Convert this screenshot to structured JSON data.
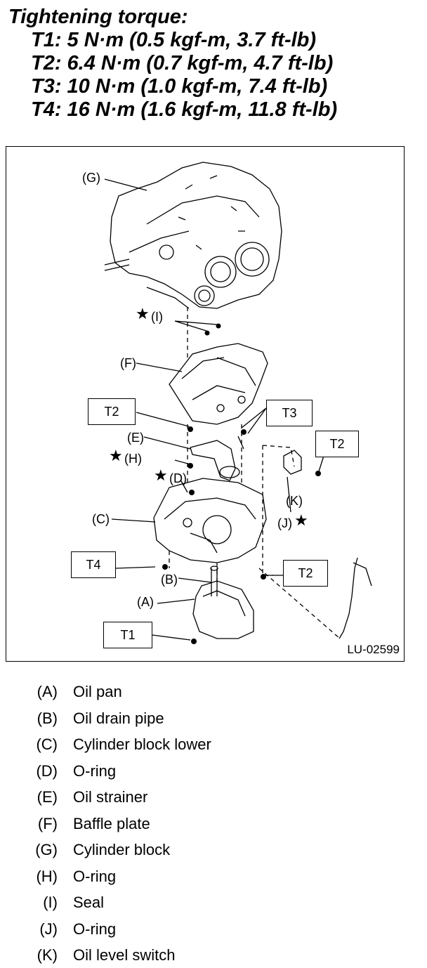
{
  "torque": {
    "heading": "Tightening torque:",
    "specs": [
      "T1: 5 N·m (0.5 kgf-m, 3.7 ft-lb)",
      "T2: 6.4 N·m (0.7 kgf-m, 4.7 ft-lb)",
      "T3: 10 N·m (1.0 kgf-m, 7.4 ft-lb)",
      "T4: 16 N·m (1.6 kgf-m, 11.8 ft-lb)"
    ]
  },
  "diagram": {
    "callouts": {
      "G": "(G)",
      "I": "(I)",
      "F": "(F)",
      "E": "(E)",
      "H": "(H)",
      "D": "(D)",
      "C": "(C)",
      "K": "(K)",
      "J": "(J)",
      "B": "(B)",
      "A": "(A)"
    },
    "star_symbol": "★",
    "torque_boxes": {
      "t2_upper": "T2",
      "t3": "T3",
      "t2_right": "T2",
      "t4": "T4",
      "t2_lower": "T2",
      "t1": "T1"
    },
    "figure_code": "LU-02599"
  },
  "legend": [
    {
      "key": "(A)",
      "name": "Oil pan"
    },
    {
      "key": "(B)",
      "name": "Oil drain pipe"
    },
    {
      "key": "(C)",
      "name": "Cylinder block lower"
    },
    {
      "key": "(D)",
      "name": "O-ring"
    },
    {
      "key": "(E)",
      "name": "Oil strainer"
    },
    {
      "key": "(F)",
      "name": "Baffle plate"
    },
    {
      "key": "(G)",
      "name": "Cylinder block"
    },
    {
      "key": "(H)",
      "name": "O-ring"
    },
    {
      "key": "(I)",
      "name": "Seal"
    },
    {
      "key": "(J)",
      "name": "O-ring"
    },
    {
      "key": "(K)",
      "name": "Oil level switch"
    }
  ]
}
